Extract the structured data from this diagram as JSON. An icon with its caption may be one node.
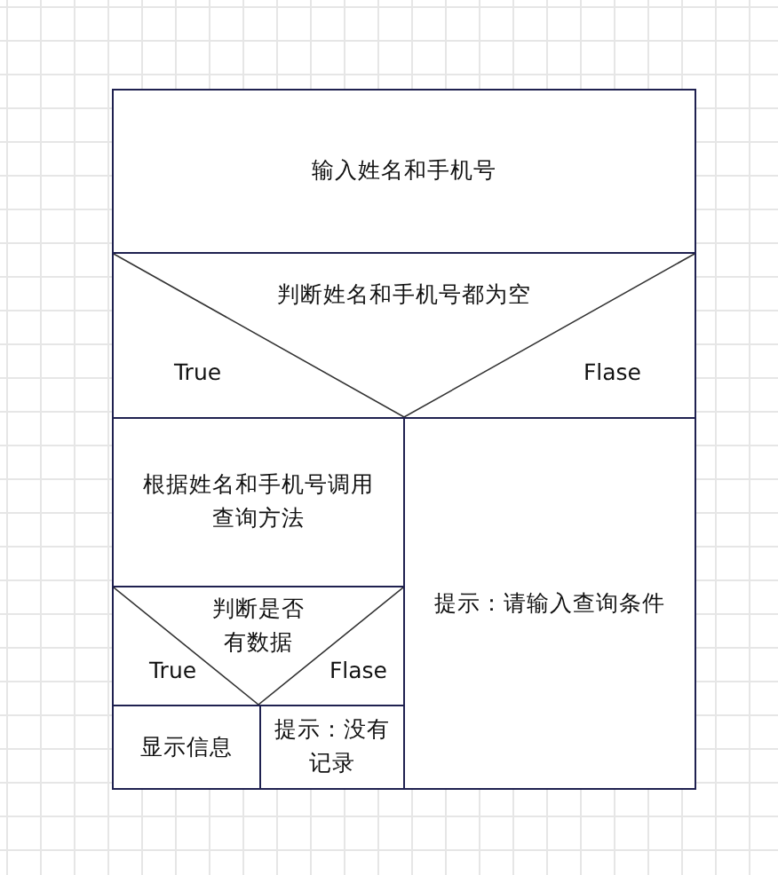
{
  "diagram": {
    "nodes": [
      {
        "text": [
          "输入姓名和手机号"
        ]
      },
      {
        "text": [
          "判断姓名和手机号都为空",
          "True",
          "Flase"
        ]
      },
      {
        "text": [
          "根据姓名和手机号调用查询方法"
        ]
      },
      {
        "text": [
          "判断是否有数据",
          "True",
          "Flase"
        ]
      },
      {
        "text": [
          "显示信息"
        ]
      },
      {
        "text": [
          "提示：没有记录"
        ]
      },
      {
        "text": [
          "提示：请输入查询条件"
        ]
      }
    ]
  }
}
